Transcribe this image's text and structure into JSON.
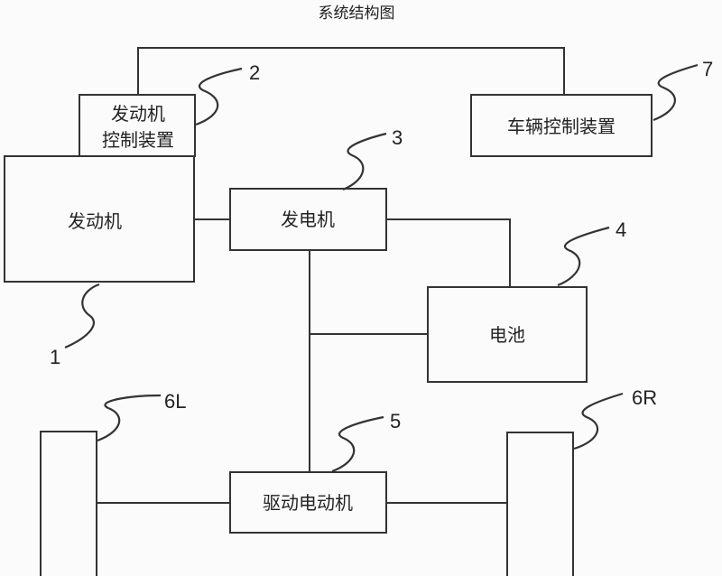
{
  "title": "系统结构图",
  "components": {
    "engine_control": {
      "line1": "发动机",
      "line2": "控制装置",
      "ref": "2"
    },
    "engine": {
      "label": "发动机",
      "ref": "1"
    },
    "vehicle_control": {
      "label": "车辆控制装置",
      "ref": "7"
    },
    "generator": {
      "label": "发电机",
      "ref": "3"
    },
    "battery": {
      "label": "电池",
      "ref": "4"
    },
    "drive_motor": {
      "label": "驱动电动机",
      "ref": "5"
    },
    "wheel_left": {
      "ref": "6L"
    },
    "wheel_right": {
      "ref": "6R"
    }
  }
}
